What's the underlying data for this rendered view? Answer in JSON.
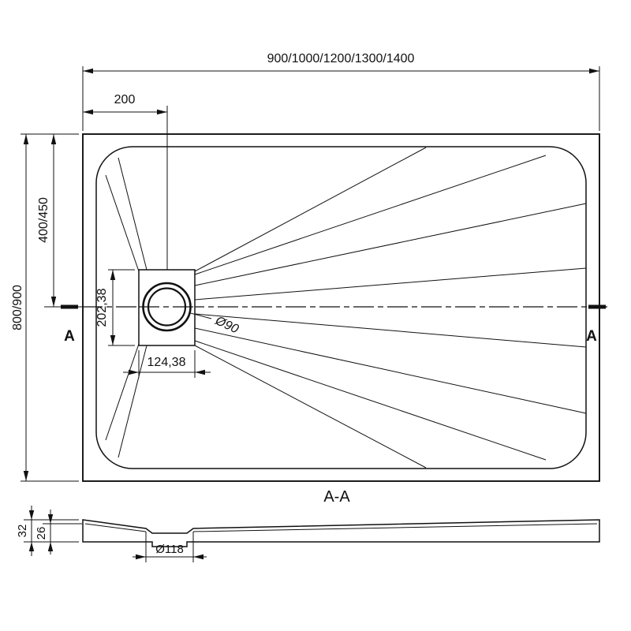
{
  "colors": {
    "line": "#111111",
    "background": "#ffffff"
  },
  "top_view": {
    "width_options": "900/1000/1200/1300/1400",
    "drain_offset": "200",
    "depth_options": "800/900",
    "center_depth_options": "400/450",
    "drain_center_distance": "202,38",
    "drain_plate_width": "124,38",
    "drain_diameter": "Ø90",
    "section_marker_left": "A",
    "section_marker_right": "A"
  },
  "section_view": {
    "title": "A-A",
    "overall_height": "32",
    "inner_height": "26",
    "drain_hole_diameter": "Ø118"
  }
}
